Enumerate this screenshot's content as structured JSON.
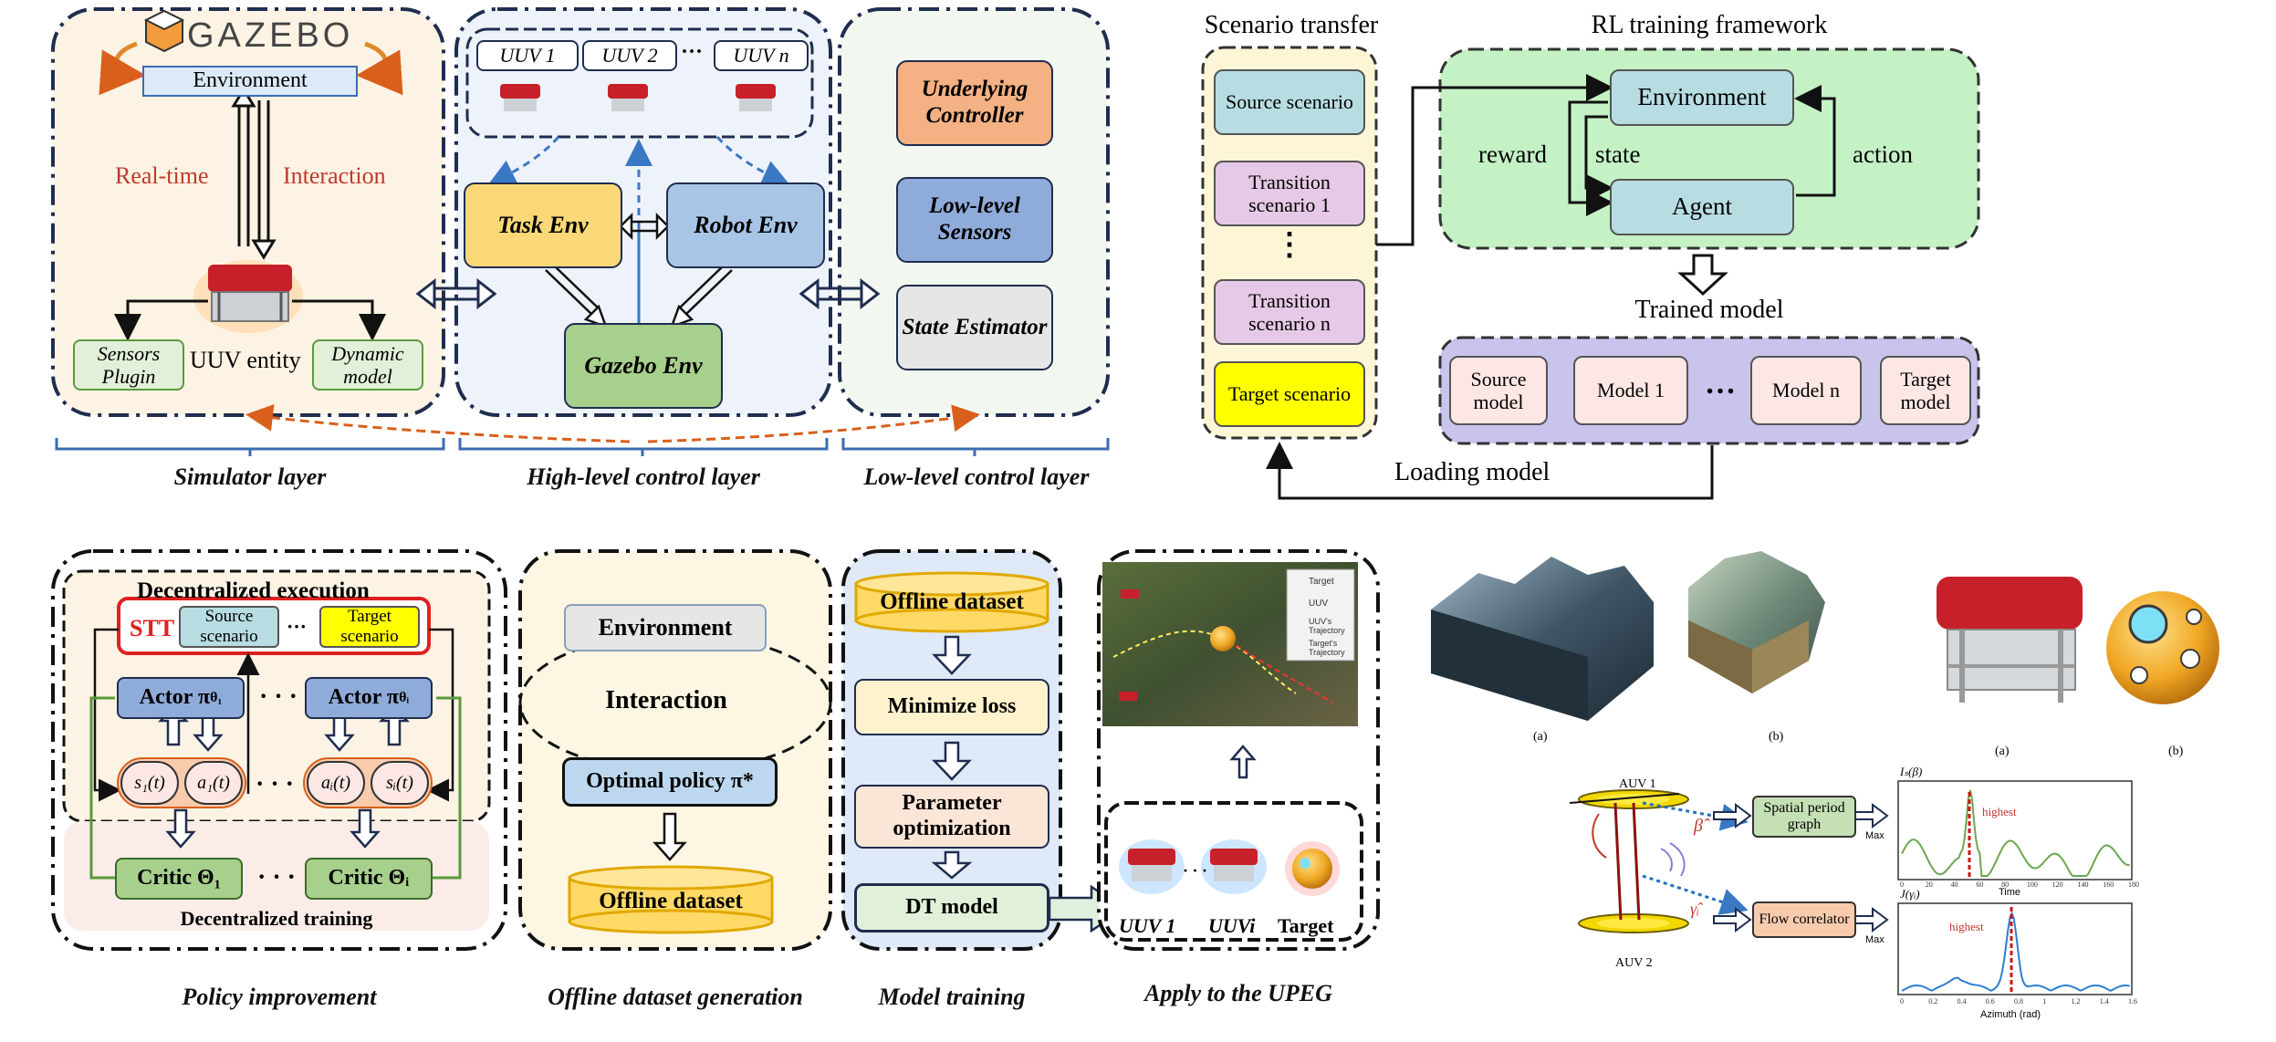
{
  "top_left": {
    "gazebo_logo": "GAZEBO",
    "environment": "Environment",
    "realtime": "Real-time",
    "interaction": "Interaction",
    "uuv_entity": "UUV entity",
    "sensors_plugin": "Sensors Plugin",
    "dynamic_model": "Dynamic model",
    "uuv_tags": [
      "UUV 1",
      "UUV 2",
      "UUV n"
    ],
    "uuv_dots": "···",
    "task_env": "Task Env",
    "robot_env": "Robot Env",
    "gazebo_env": "Gazebo Env",
    "underlying_controller": "Underlying Controller",
    "low_level_sensors": "Low-level Sensors",
    "state_estimator": "State Estimator",
    "layer_labels": [
      "Simulator layer",
      "High-level control layer",
      "Low-level control layer"
    ]
  },
  "top_right": {
    "scenario_transfer_title": "Scenario transfer",
    "rl_title": "RL training framework",
    "source_scenario": "Source scenario",
    "transition_1": "Transition scenario 1",
    "transition_n": "Transition scenario n",
    "target_scenario": "Target scenario",
    "vdots": "⋮",
    "environment": "Environment",
    "agent": "Agent",
    "reward": "reward",
    "state": "state",
    "action": "action",
    "trained_model": "Trained model",
    "models": [
      "Source model",
      "Model 1",
      "Model n",
      "Target model"
    ],
    "models_dots": "…",
    "loading_model": "Loading model"
  },
  "bottom_left": {
    "decentralized_execution": "Decentralized execution",
    "stt": "STT",
    "source_scenario": "Source scenario",
    "target_scenario": "Target scenario",
    "stt_dots": "···",
    "actor_1": "Actor π",
    "actor_1_sub": "θ₁",
    "actor_i": "Actor π",
    "actor_i_sub": "θᵢ",
    "s1": "s₁(t)",
    "a1": "a₁(t)",
    "ai": "aᵢ(t)",
    "si": "sᵢ(t)",
    "critic_1": "Critic Θ₁",
    "critic_i": "Critic Θᵢ",
    "dots": "· · ·",
    "decentralized_training": "Decentralized training",
    "environment": "Environment",
    "interaction": "Interaction",
    "optimal_policy": "Optimal policy π*",
    "offline_dataset": "Offline dataset",
    "mt_offline_dataset": "Offline dataset",
    "minimize_loss": "Minimize loss",
    "parameter_optimization": "Parameter optimization",
    "dt_model": "DT model",
    "uuv_1": "UUV 1",
    "uuv_i": "UUVi",
    "target": "Target",
    "uuv_dots": "·  ·  ·",
    "map_legend": [
      "Target",
      "UUV",
      "UUV's Trajectory",
      "Target's Trajectory"
    ],
    "section_labels": [
      "Policy improvement",
      "Offline dataset generation",
      "Model training",
      "Apply to the UPEG"
    ]
  },
  "bottom_right": {
    "terrain_captions": [
      "(a)",
      "(b)"
    ],
    "vehicle_captions": [
      "(a)",
      "(b)"
    ],
    "auv1": "AUV 1",
    "auv2": "AUV 2",
    "beta_hat": "β̂",
    "gamma_hat": "γ̂ᵢ",
    "spatial_period_graph": "Spatial period graph",
    "flow_correlator": "Flow correlator",
    "max1": "Max",
    "max2": "Max",
    "chart1_ylabel": "Iₛ(β)",
    "chart1_xlabel": "Time",
    "chart1_highest": "highest",
    "chart1_ticks": [
      "0",
      "20",
      "40",
      "60",
      "80",
      "100",
      "120",
      "140",
      "160",
      "180"
    ],
    "chart2_ylabel": "J(γᵢ)",
    "chart2_xlabel": "Azimuth (rad)",
    "chart2_highest": "highest",
    "chart2_ticks": [
      "0",
      "0.2",
      "0.4",
      "0.6",
      "0.8",
      "1",
      "1.2",
      "1.4",
      "1.6"
    ]
  },
  "colors": {
    "navy": "#1f2d4f",
    "peach": "#fdf3e4",
    "lightblue": "#eef3fb",
    "lightgreen": "#f2f7f0",
    "task_env": "#fad877",
    "robot_env": "#a9c5e6",
    "gazebo_env": "#a8d08d",
    "orange": "#f4b183",
    "blue": "#8fabd9",
    "grey": "#e6e6e6",
    "mint": "#c5f2c5",
    "teal": "#b7dde3",
    "lavender": "#c8c4ec",
    "pink": "#e6c9e6",
    "yellow": "#ffff00",
    "red_text": "#c0392b"
  }
}
